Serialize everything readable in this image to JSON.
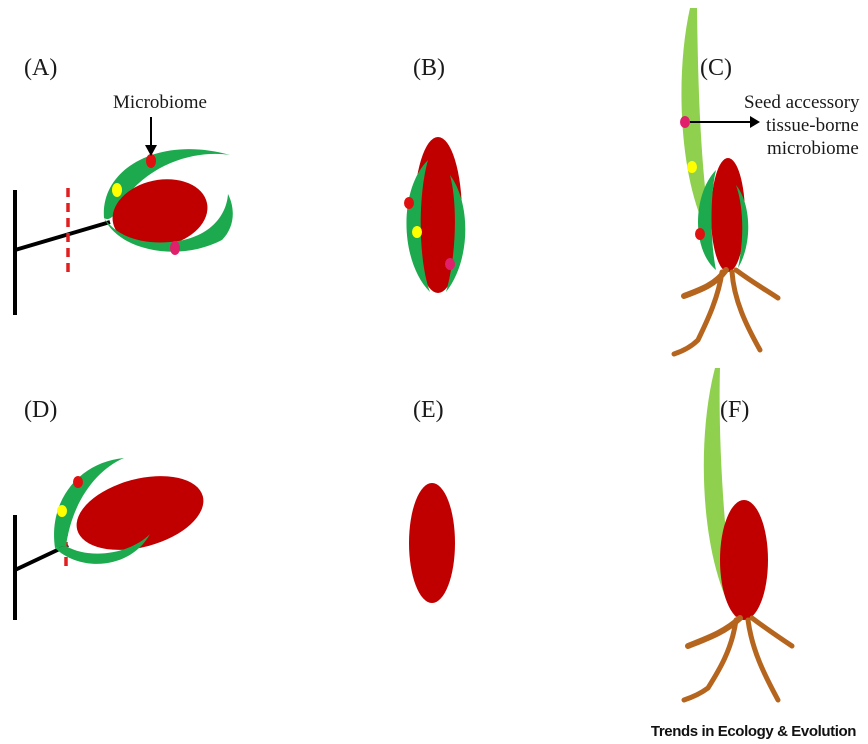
{
  "panels": {
    "a": "(A)",
    "b": "(B)",
    "c": "(C)",
    "d": "(D)",
    "e": "(E)",
    "f": "(F)"
  },
  "annotations": {
    "microbiome": "Microbiome",
    "accessory_line1": "Seed accessory",
    "accessory_line2": "tissue-borne",
    "accessory_line3": "microbiome"
  },
  "footer": {
    "journal": "Trends in Ecology & Evolution"
  },
  "colors": {
    "seed": "#c00000",
    "accessory_tissue": "#1daa4e",
    "leaf": "#8fd14f",
    "root": "#b5651d",
    "cut_line": "#e02020",
    "microbe_red": "#e01010",
    "microbe_yellow": "#ffff00",
    "microbe_pink": "#e0206a"
  }
}
